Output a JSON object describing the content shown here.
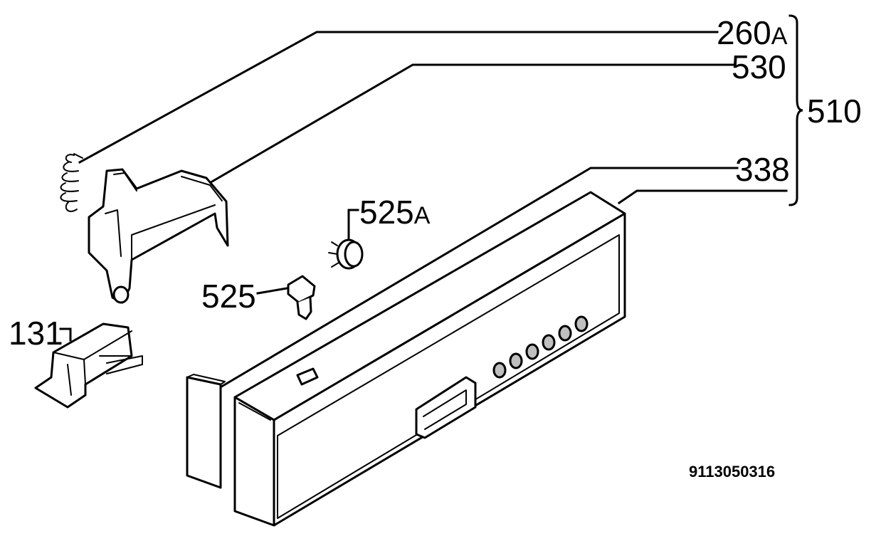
{
  "callouts": {
    "c260": {
      "num": "260",
      "suffix": "A"
    },
    "c530": {
      "num": "530"
    },
    "c510": {
      "num": "510"
    },
    "c338": {
      "num": "338"
    },
    "c525a": {
      "num": "525",
      "suffix": "A"
    },
    "c525": {
      "num": "525"
    },
    "c131": {
      "num": "131"
    }
  },
  "document_number": "9113050316"
}
